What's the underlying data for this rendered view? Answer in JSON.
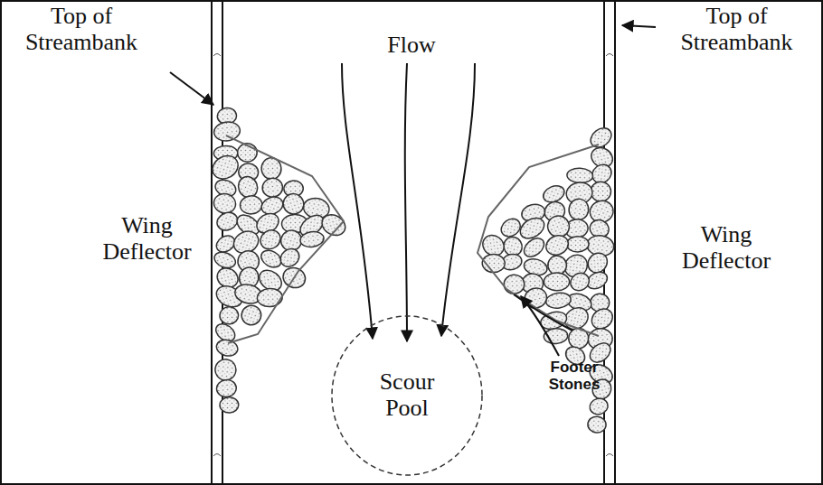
{
  "diagram": {
    "nodes": [
      {
        "text": [
          "Scour Pool"
        ]
      }
    ],
    "labels": [
      "Top of Streambank",
      "Flow",
      "Top of Streambank",
      "Wing Deflector",
      "Wing Deflector",
      "Footer Stones"
    ]
  }
}
